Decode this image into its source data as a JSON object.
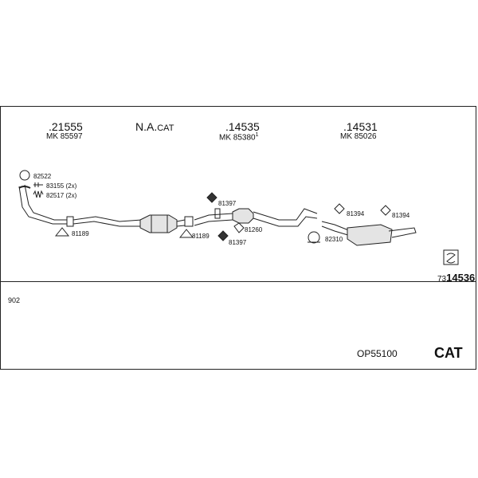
{
  "header": {
    "col1": {
      "part": ".21555",
      "mk": "MK 85597"
    },
    "col2": {
      "part_bold": "N.A.",
      "part_rest": "CAT"
    },
    "col3": {
      "part": ".14535",
      "mk": "MK 85380",
      "note": "1"
    },
    "col4": {
      "part": ".14531",
      "mk": "MK 85026"
    }
  },
  "labels": {
    "l82522": "82522",
    "l83155": "83155 (2x)",
    "l82517": "82517 (2x)",
    "l81189a": "81189",
    "l81189b": "81189",
    "l81397a": "81397",
    "l81260": "81260",
    "l81397b": "81397",
    "l81394a": "81394",
    "l81394b": "81394",
    "l82310": "82310"
  },
  "footer": {
    "code_prefix": "73",
    "code_main": "14536",
    "year": "902",
    "kit": "OP55100",
    "cat": "CAT"
  }
}
